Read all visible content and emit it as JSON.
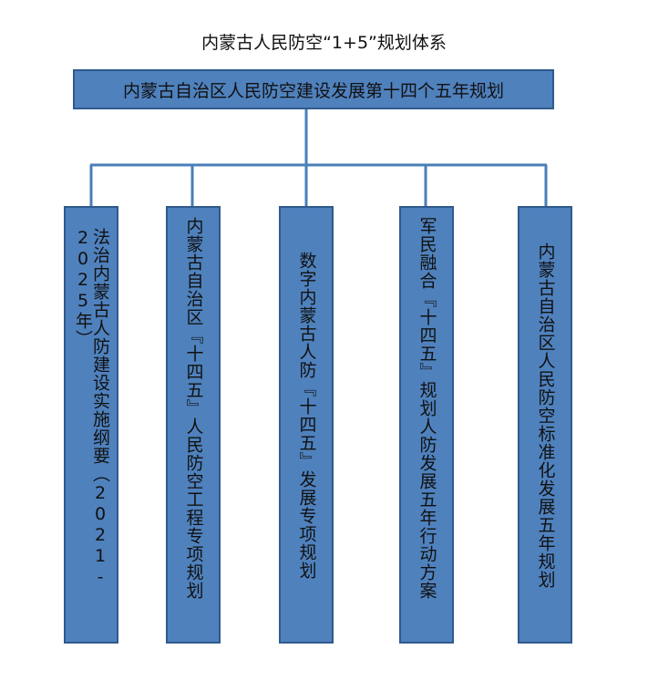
{
  "title": "内蒙古人民防空“1+5”规划体系",
  "root": "内蒙古自治区人民防空建设发展第十四个五年规划",
  "children": [
    "法治内蒙古人防建设实施纲要（2021-2025年）",
    "内蒙古自治区『十四五』人民防空工程专项规划",
    "数字内蒙古人防『十四五』发展专项规划",
    "军民融合『十四五』规划人防发展五年行动方案",
    "内蒙古自治区人民防空标准化发展五年规划"
  ],
  "colors": {
    "box_fill": "#4f81bd",
    "box_border": "#2f5a8c",
    "connector": "#4a7fb8"
  }
}
